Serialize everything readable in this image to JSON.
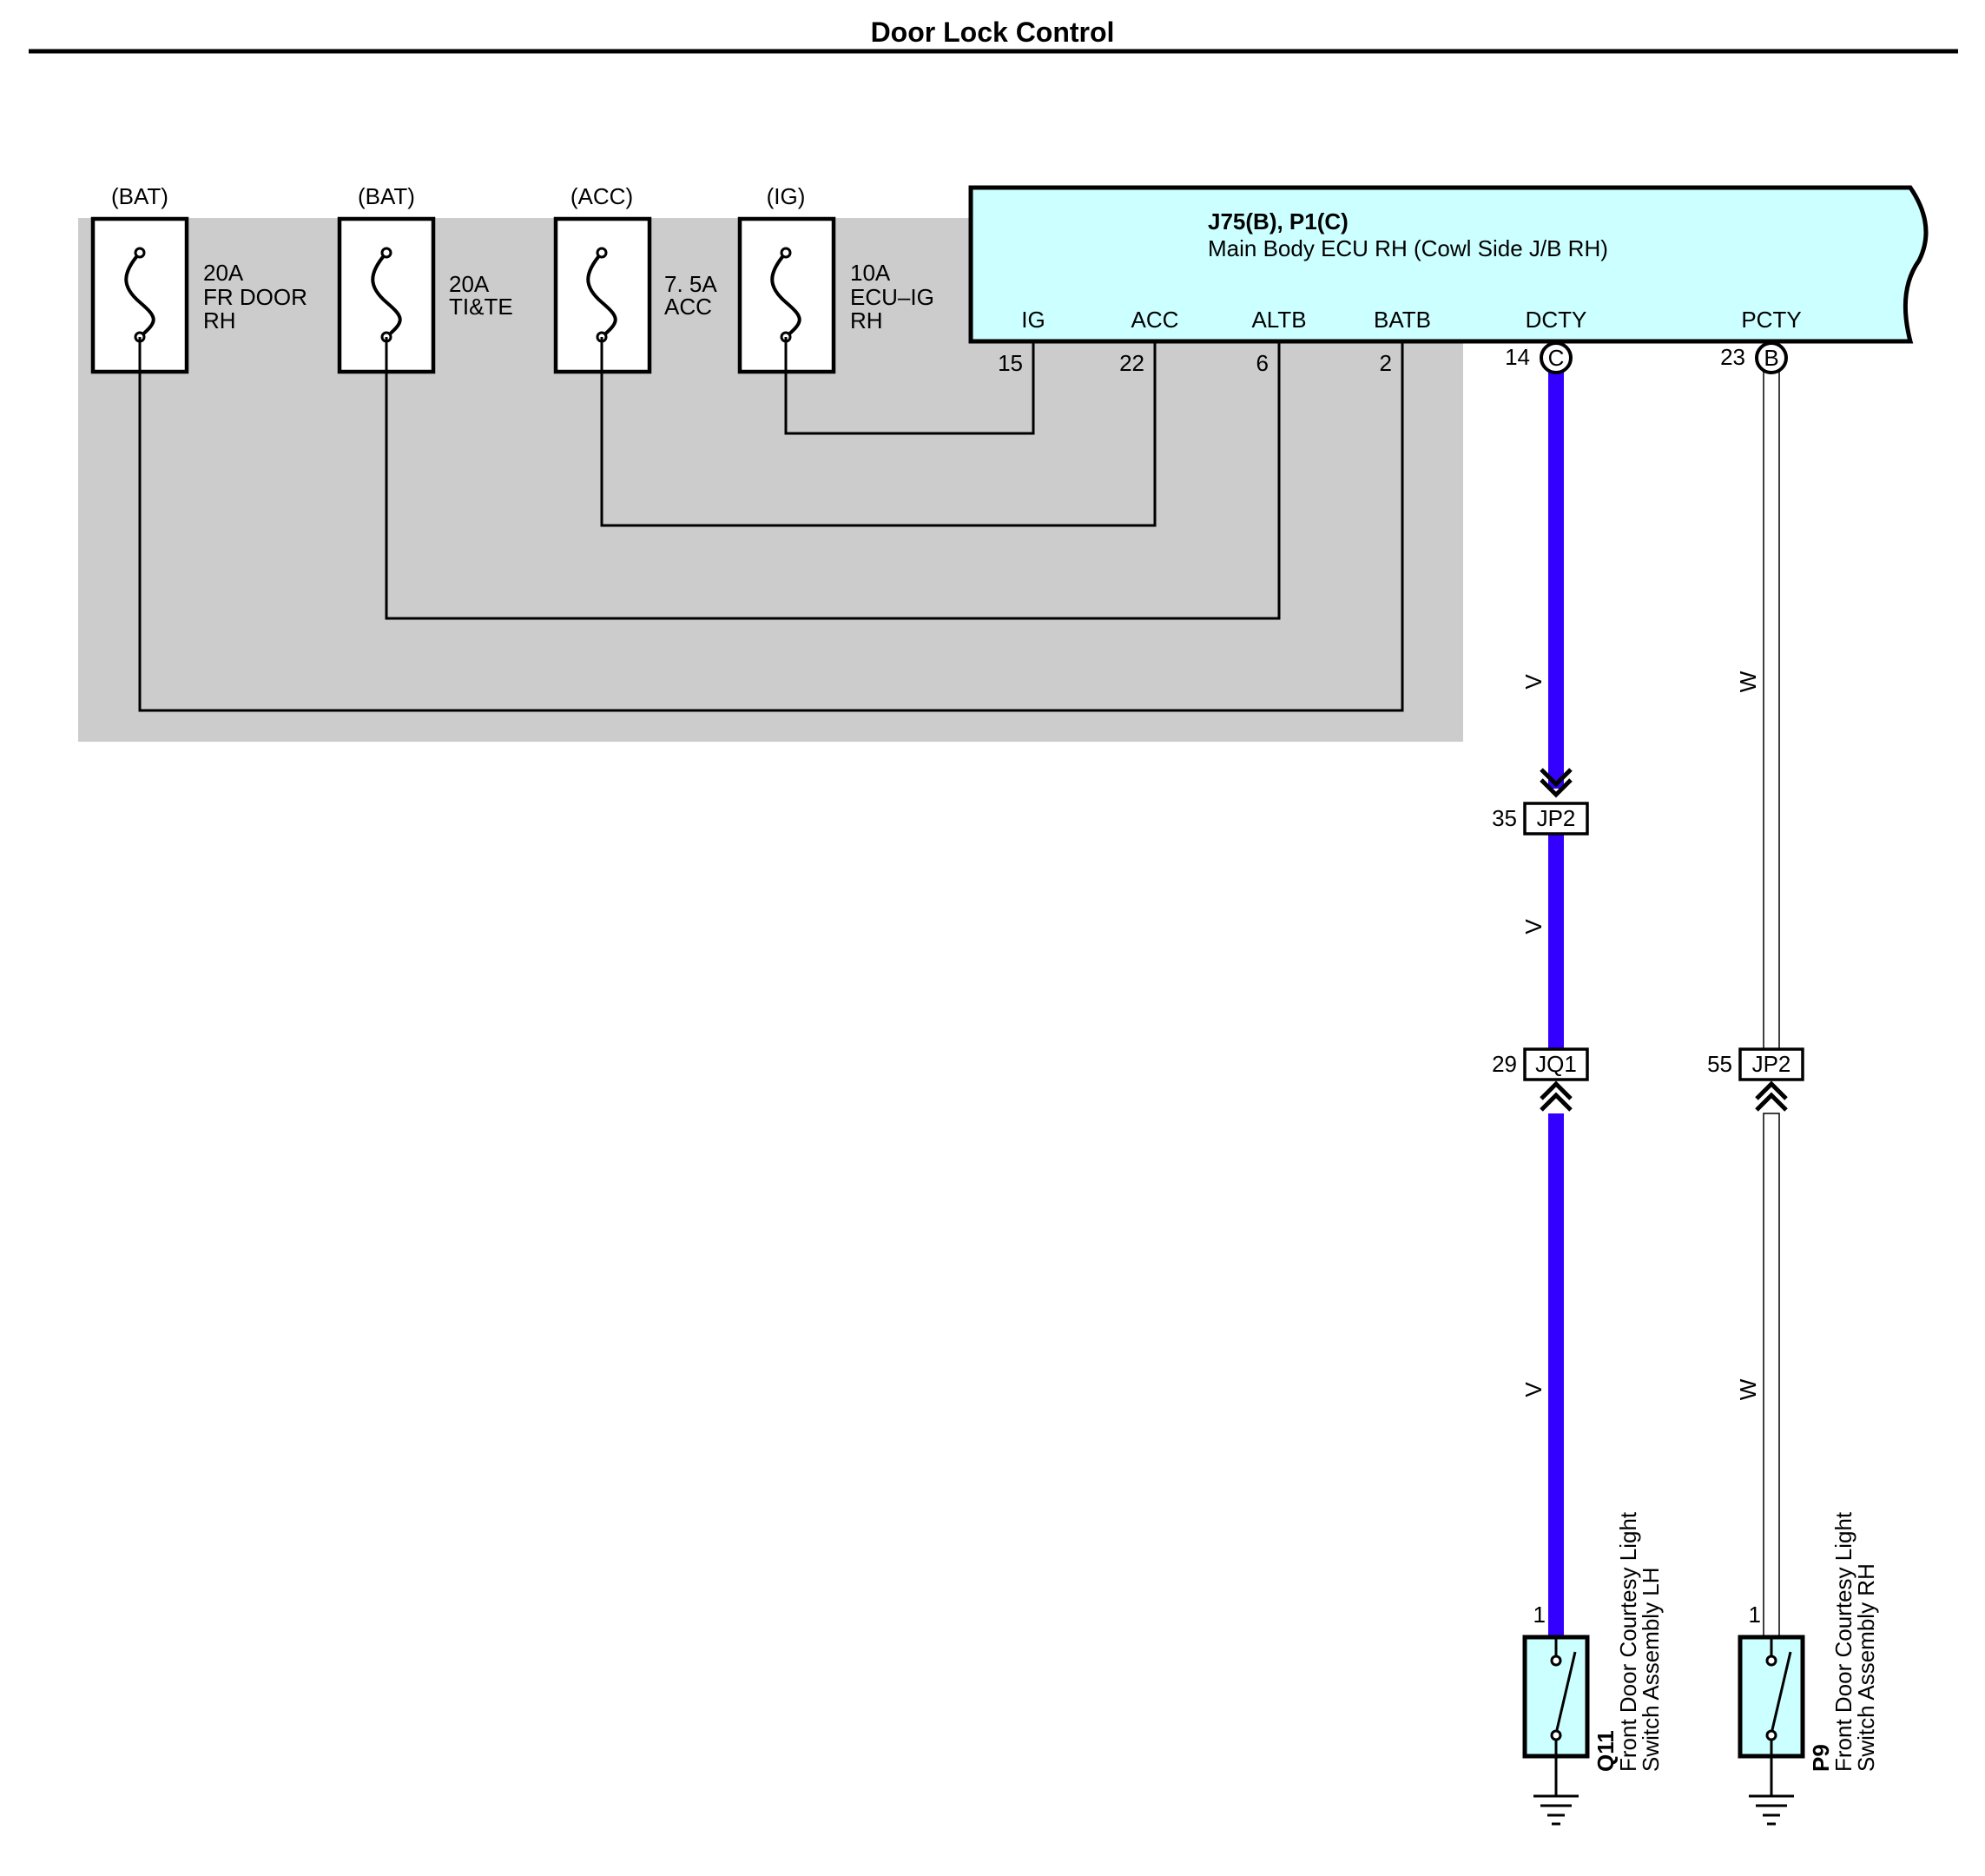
{
  "title": "Door Lock Control",
  "colors": {
    "junction_bg": "#cccccc",
    "ecu_fill": "#ccffff",
    "violet_wire": "#3300ff",
    "switch_fill": "#ccffff",
    "white_wire": "#ffffff"
  },
  "fuses": [
    {
      "source": "(BAT)",
      "line1": "20A",
      "line2": "FR DOOR",
      "line3": "RH",
      "icon": "fuse-icon"
    },
    {
      "source": "(BAT)",
      "line1": "20A",
      "line2": "TI&TE",
      "line3": "",
      "icon": "fuse-icon"
    },
    {
      "source": "(ACC)",
      "line1": "7. 5A",
      "line2": "ACC",
      "line3": "",
      "icon": "fuse-icon"
    },
    {
      "source": "(IG)",
      "line1": "10A",
      "line2": "ECU–IG",
      "line3": "RH",
      "icon": "fuse-icon"
    }
  ],
  "ecu": {
    "connectors": "J75(B), P1(C)",
    "name": "Main Body ECU RH (Cowl Side J/B RH)",
    "terminals": [
      {
        "name": "IG",
        "pin": "15"
      },
      {
        "name": "ACC",
        "pin": "22"
      },
      {
        "name": "ALTB",
        "pin": "6"
      },
      {
        "name": "BATB",
        "pin": "2"
      },
      {
        "name": "DCTY",
        "pin": "14",
        "connector": "C"
      },
      {
        "name": "PCTY",
        "pin": "23",
        "connector": "B"
      }
    ]
  },
  "left_branch": {
    "wire_color_labels": [
      "V",
      "V",
      "V"
    ],
    "connectors": [
      {
        "pin": "35",
        "name": "JP2"
      },
      {
        "pin": "29",
        "name": "JQ1"
      }
    ],
    "switch": {
      "pin": "1",
      "code": "Q11",
      "line1": "Front Door Courtesy Light",
      "line2": "Switch Assembly LH",
      "icon": "door-switch-icon"
    }
  },
  "right_branch": {
    "wire_color_labels": [
      "W",
      "W"
    ],
    "connectors": [
      {
        "pin": "55",
        "name": "JP2"
      }
    ],
    "switch": {
      "pin": "1",
      "code": "P9",
      "line1": "Front Door Courtesy Light",
      "line2": "Switch Assembly RH",
      "icon": "door-switch-icon"
    }
  }
}
